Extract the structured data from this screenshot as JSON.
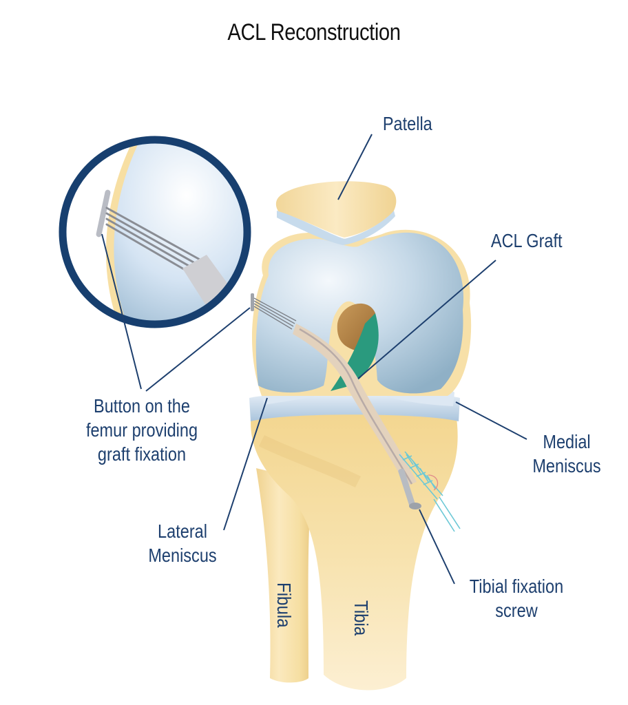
{
  "title": "ACL Reconstruction",
  "colors": {
    "label_text": "#1d3f6e",
    "leader_line": "#1d3f6e",
    "title_text": "#111111",
    "bone": "#f5dfa6",
    "cartilage": "#bcd3e6",
    "acl_native": "#2a9a7e",
    "graft": "#e3d2bd",
    "inset_ring": "#173f6f",
    "suture": "#6cc8d6"
  },
  "labels": {
    "patella": "Patella",
    "acl_graft": "ACL Graft",
    "button": {
      "line1": "Button on the",
      "line2": "femur providing",
      "line3": "graft fixation"
    },
    "medial_meniscus": {
      "line1": "Medial",
      "line2": "Meniscus"
    },
    "lateral_meniscus": {
      "line1": "Lateral",
      "line2": "Meniscus"
    },
    "tibial_screw": {
      "line1": "Tibial fixation",
      "line2": "screw"
    },
    "fibula": "Fibula",
    "tibia": "Tibia"
  }
}
